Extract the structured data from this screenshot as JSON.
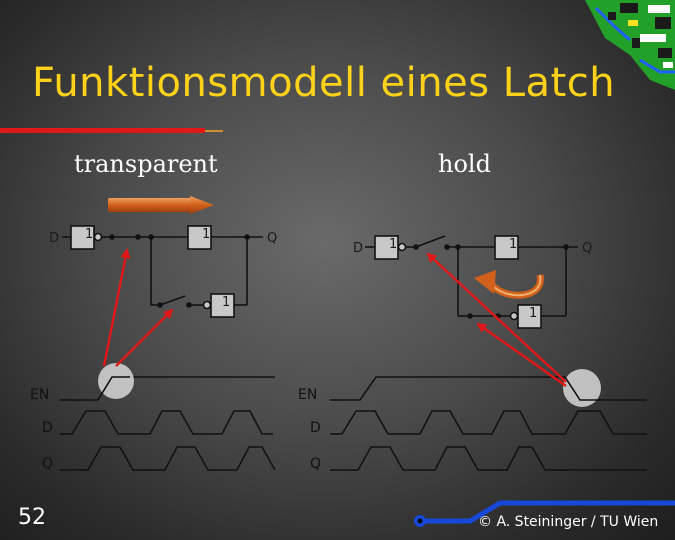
{
  "title": "Funktionsmodell eines Latch",
  "labels": {
    "left": "transparent",
    "right": "hold"
  },
  "signals": {
    "d": "D",
    "q": "Q",
    "en": "EN",
    "gate": "1"
  },
  "footer": {
    "page": "52",
    "copyright": "© A. Steininger / TU Wien"
  },
  "colors": {
    "title": "#ffd21a",
    "accent_red": "#e01818",
    "arrow_orange": "#d0601a",
    "blue_trace": "#1848d8"
  }
}
